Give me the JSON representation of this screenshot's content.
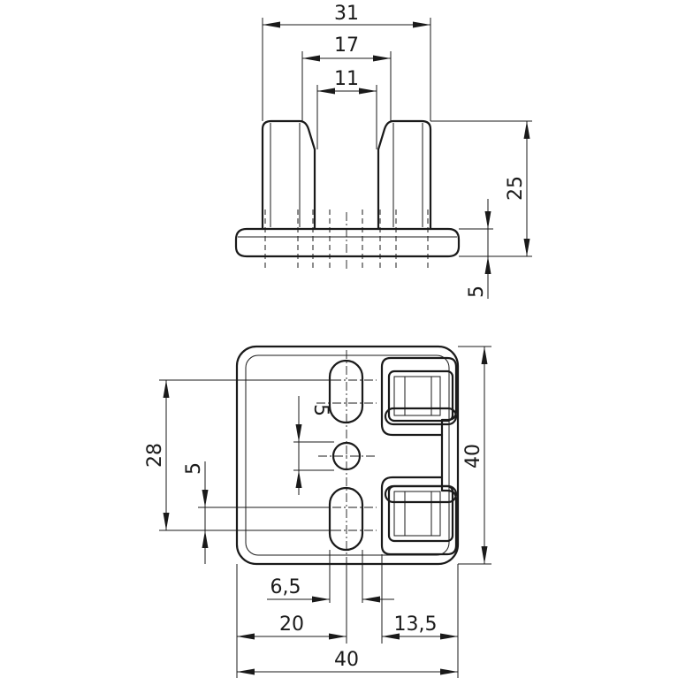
{
  "dimensions": {
    "top_total_width": "31",
    "top_outer_slot": "17",
    "top_inner_slot": "11",
    "top_height": "25",
    "top_base_thickness": "5",
    "plan_height_28": "28",
    "plan_offset_5_left": "5",
    "plan_offset_5_inner": "5",
    "plan_height_40": "40",
    "plan_hole_6_5": "6,5",
    "plan_width_20": "20",
    "plan_width_13_5": "13,5",
    "plan_total_width": "40"
  }
}
